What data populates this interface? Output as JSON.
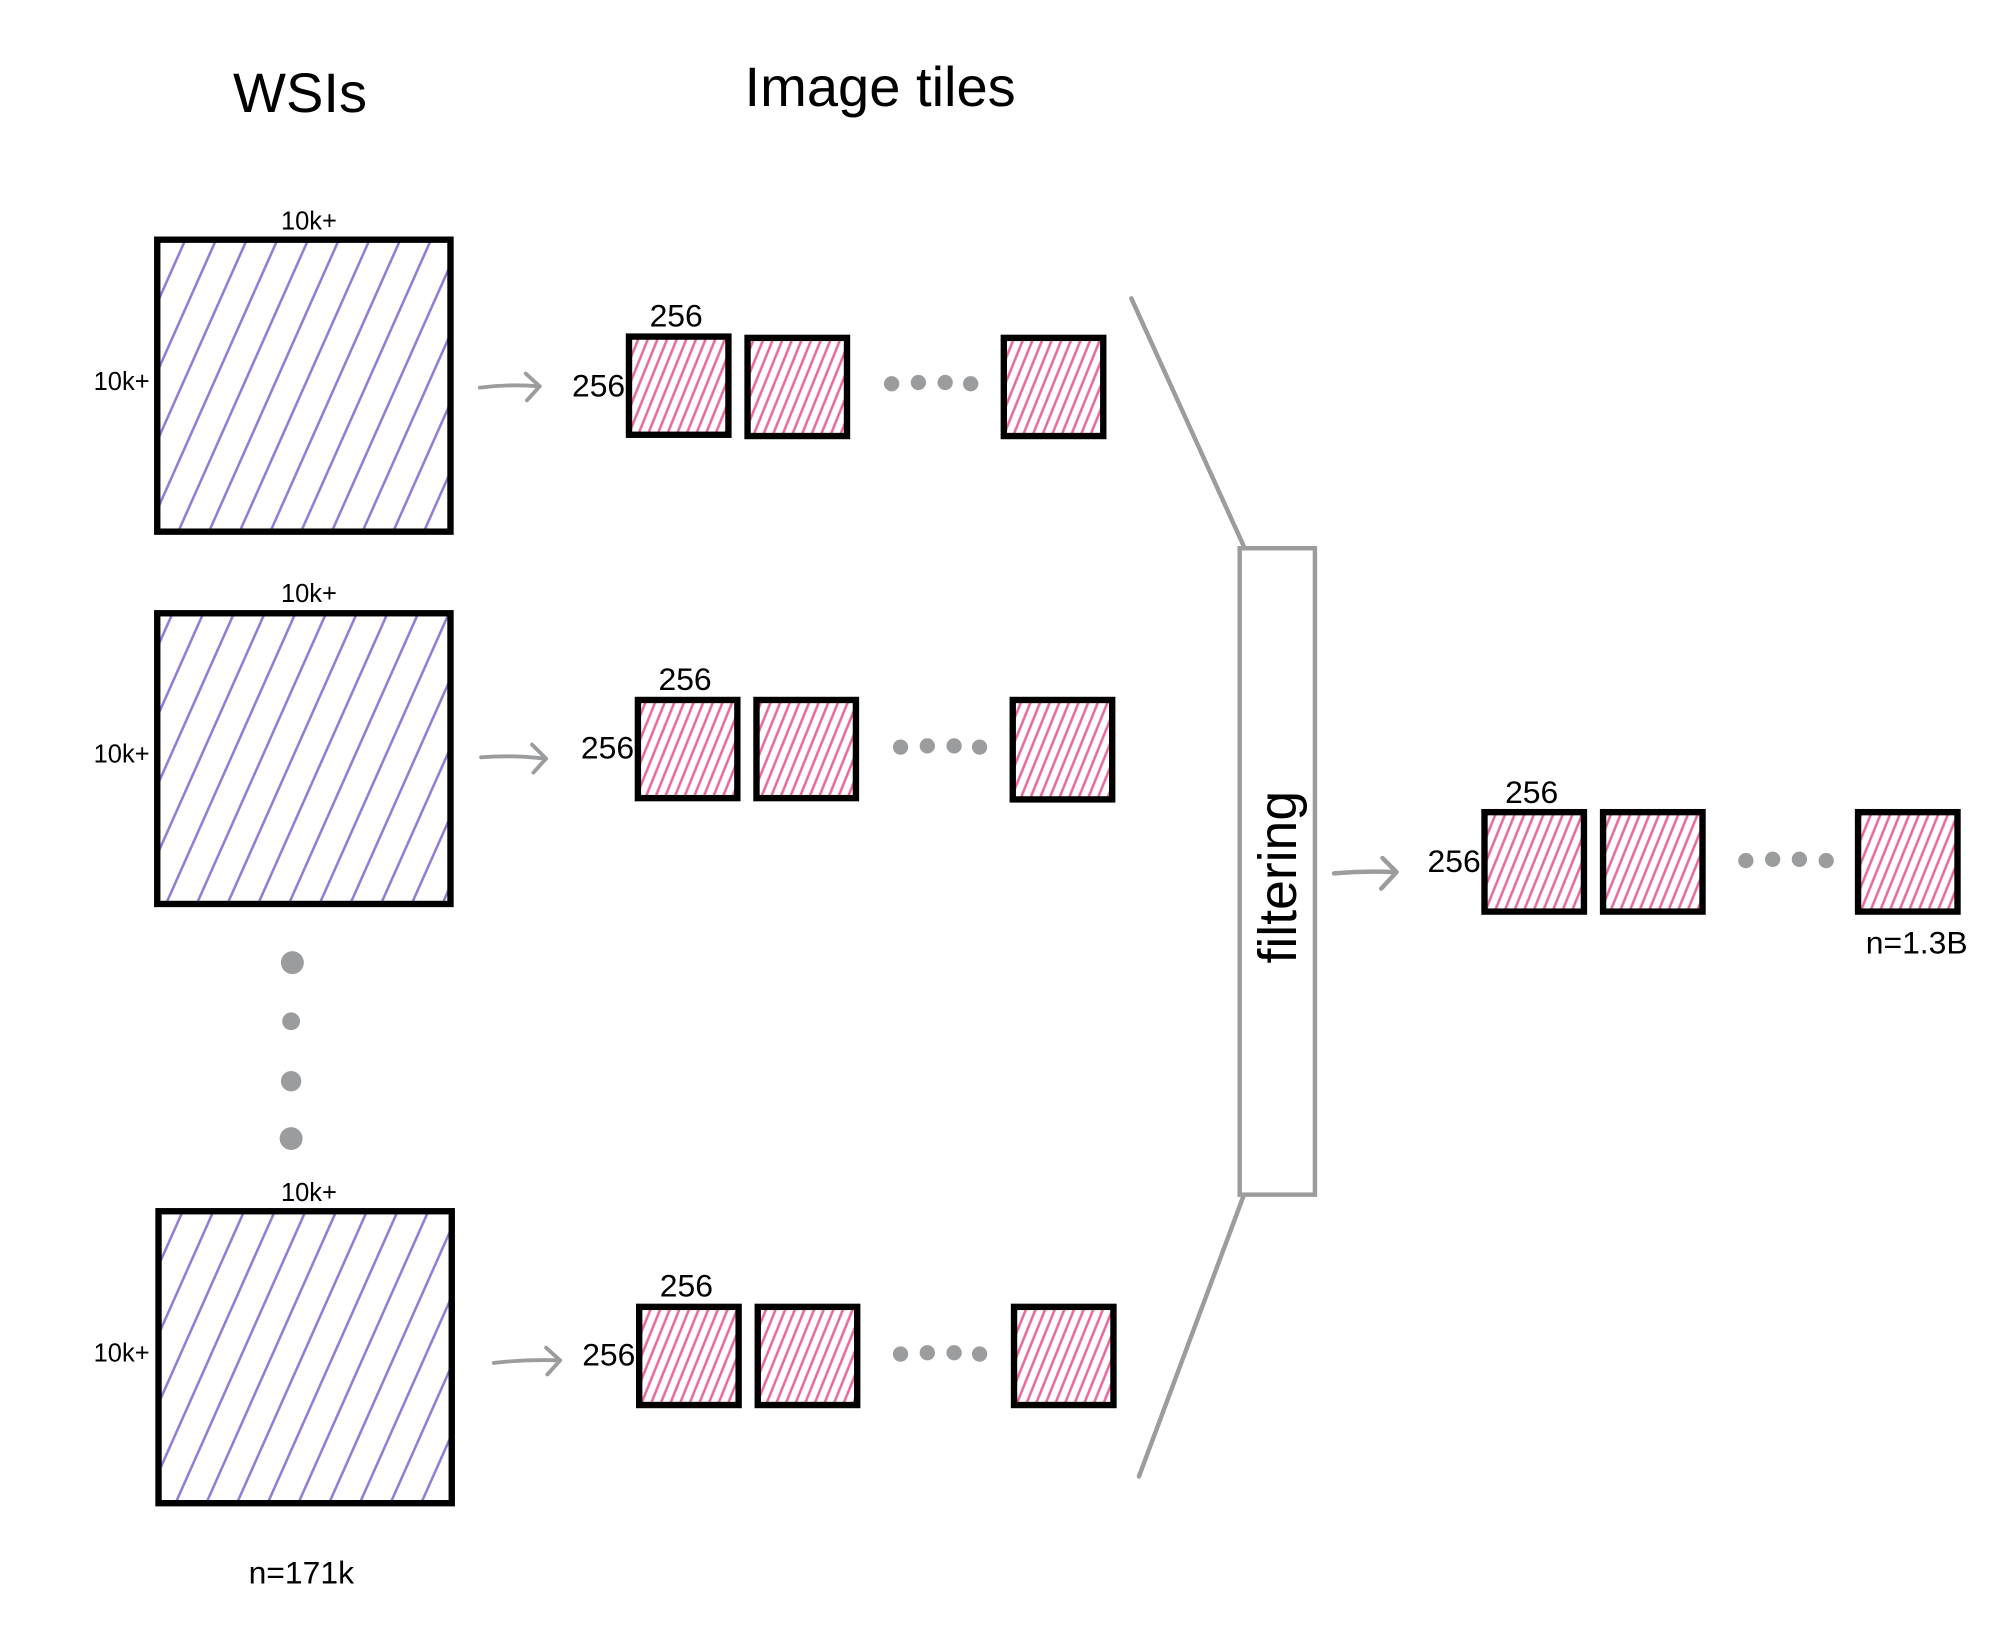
{
  "titles": {
    "wsis": "WSIs",
    "image_tiles": "Image tiles"
  },
  "wsi": {
    "width_label": "10k+",
    "height_label": "10k+",
    "count_label": "n=171k",
    "hatch_color": "#8b7fd6"
  },
  "tile": {
    "width_label": "256",
    "height_label": "256",
    "hatch_color": "#e8699d"
  },
  "filter": {
    "label": "filtering"
  },
  "output": {
    "width_label": "256",
    "height_label": "256",
    "count_label": "n=1.3B"
  },
  "colors": {
    "connector": "#9a9c9e",
    "frame": "#000000"
  }
}
